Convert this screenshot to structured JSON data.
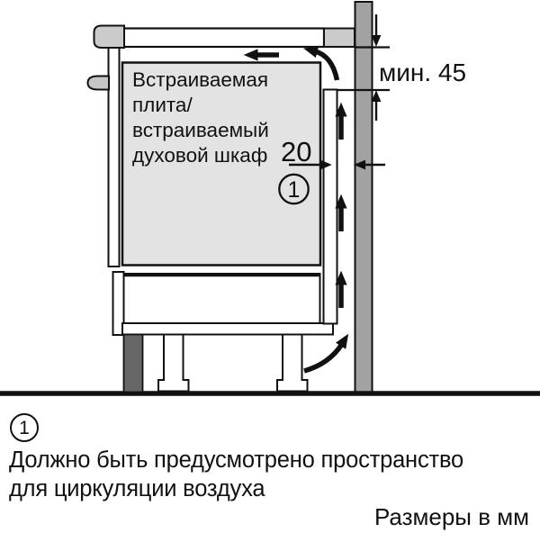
{
  "diagram": {
    "appliance_label": {
      "lines": [
        "Встраиваемая",
        "плита/",
        "встраиваемый",
        "духовой шкаф"
      ]
    },
    "gap_dimension": "20",
    "clearance_dimension": "мин. 45",
    "callout_number": "1"
  },
  "footnote": {
    "marker": "1",
    "line1": "Должно быть предусмотрено пространство",
    "line2": "для циркуляции воздуха"
  },
  "units_label": "Размеры в мм",
  "colors": {
    "line": "#111111",
    "oven_body_fill": "#e3e3e3",
    "counter_fill": "#cbcbcb",
    "handle_fill": "#c6c6c6",
    "wall_fill": "#a2a2a2",
    "plinth_fill": "#676767",
    "background": "#ffffff"
  }
}
